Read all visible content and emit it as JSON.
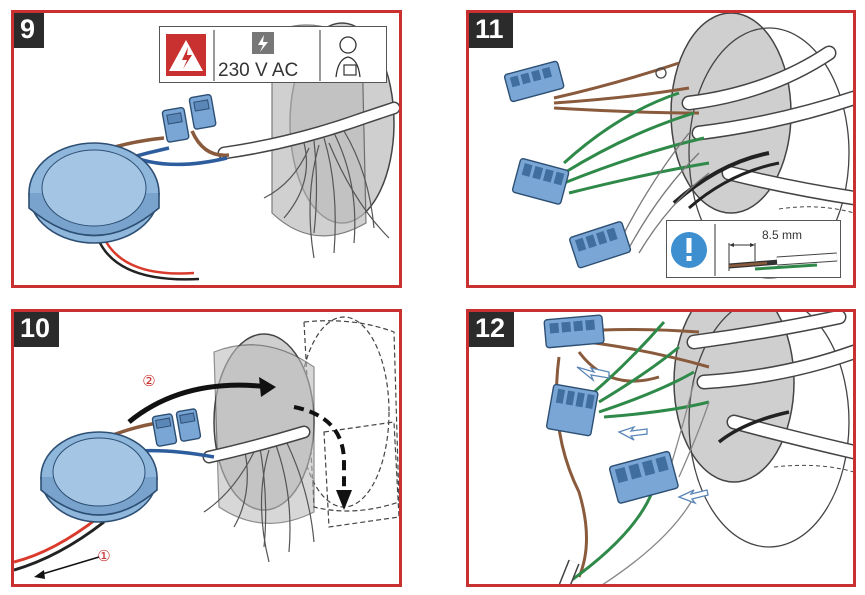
{
  "panels": {
    "p9": {
      "step": "9"
    },
    "p10": {
      "step": "10"
    },
    "p11": {
      "step": "11"
    },
    "p12": {
      "step": "12"
    }
  },
  "warning": {
    "voltage": "230 V AC"
  },
  "strip_length": {
    "value": "8.5 mm"
  },
  "order_marks": {
    "first": "①",
    "second": "②"
  },
  "colors": {
    "frame": "#c8312f",
    "module": "#8fb6db",
    "connector": "#7aa6d6",
    "wire_brown": "#8a5a3c",
    "wire_blue": "#2e5d9e",
    "wire_green": "#2f8a4a",
    "wire_red": "#d93a2c",
    "box_grey": "#bdbdbd"
  }
}
